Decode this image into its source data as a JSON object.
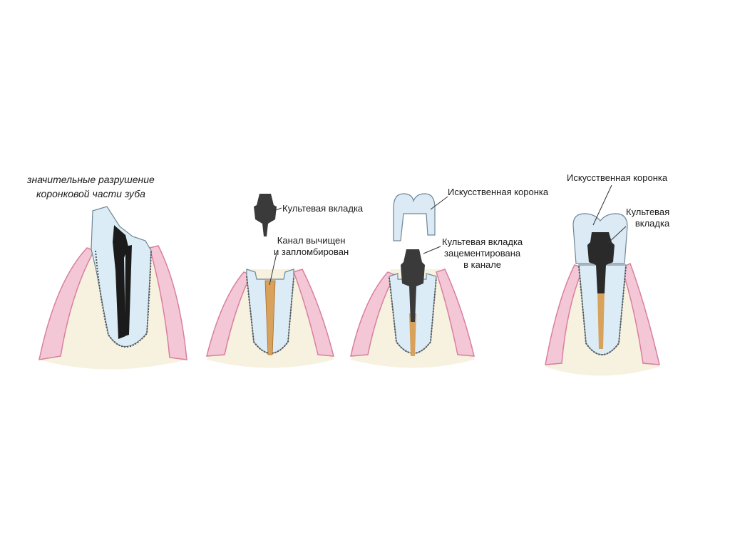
{
  "stages": [
    {
      "id": "damaged",
      "labels": [
        {
          "lines": [
            "значительные разрушение",
            "коронковой части зуба"
          ]
        }
      ]
    },
    {
      "id": "canal-prepared",
      "labels": [
        {
          "lines": [
            "Культевая вкладка"
          ]
        },
        {
          "lines": [
            "Канал вычищен",
            "и запломбирован"
          ]
        }
      ]
    },
    {
      "id": "post-cemented",
      "labels": [
        {
          "lines": [
            "Искусственная коронка"
          ]
        },
        {
          "lines": [
            "Культевая вкладка",
            "зацементирована",
            "в канале"
          ]
        }
      ]
    },
    {
      "id": "crowned",
      "labels": [
        {
          "lines": [
            "Искусственная коронка"
          ]
        },
        {
          "lines": [
            "Культевая",
            "вкладка"
          ]
        }
      ]
    }
  ],
  "palette": {
    "bone": "#f7f2df",
    "gum": "#f4c7d6",
    "gum_edge": "#d97fa0",
    "enamel": "#dcecf6",
    "dentin": "#c6e1f0",
    "pulp": "#1b1b1b",
    "filling": "#d9a25c",
    "post": "#3a3a3a",
    "crown": "#dbeaf5"
  }
}
